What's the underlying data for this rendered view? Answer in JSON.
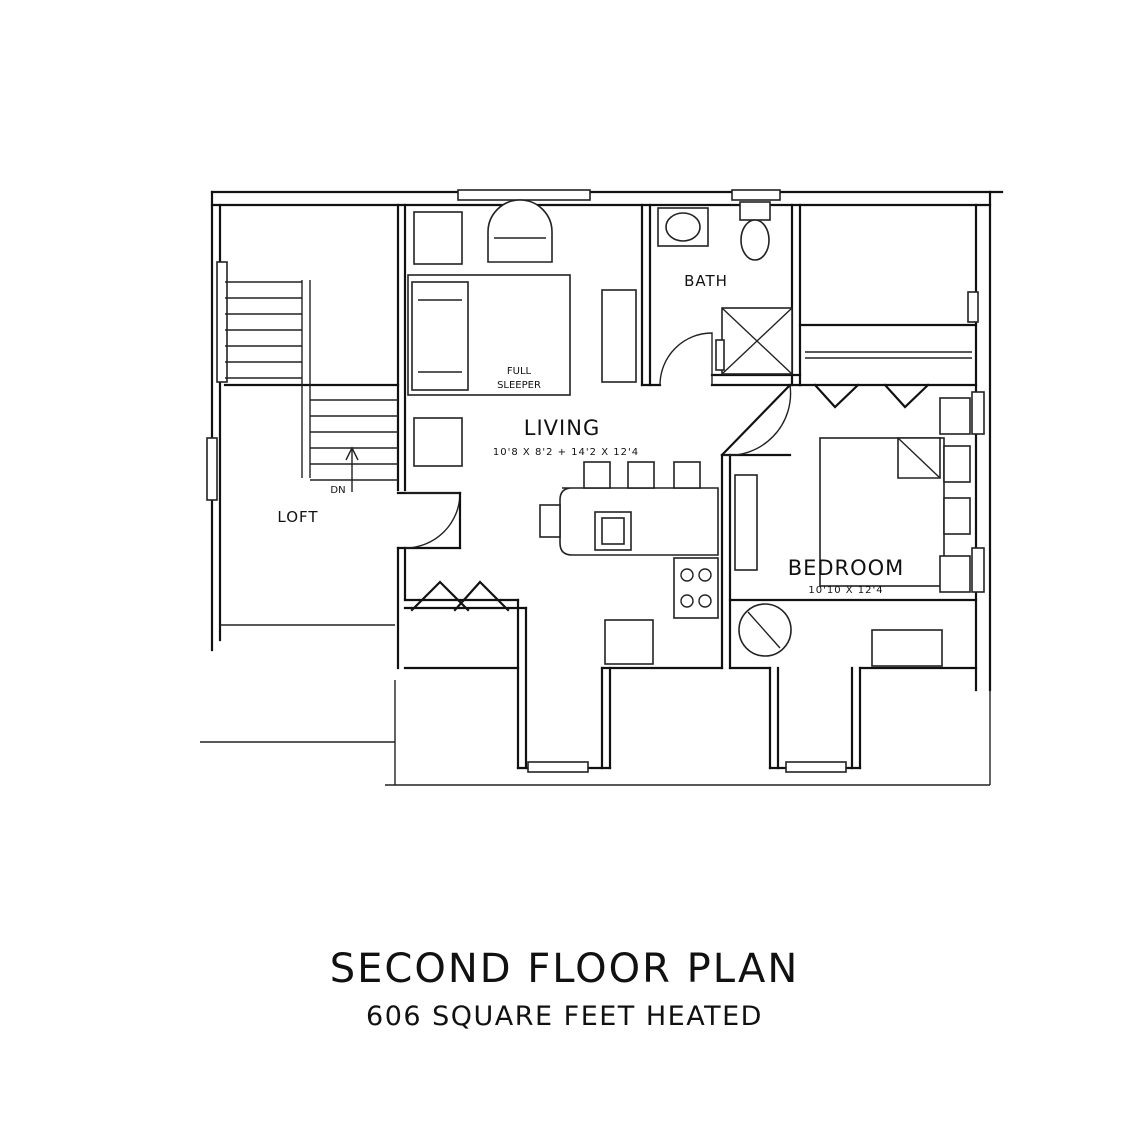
{
  "plan": {
    "rooms": {
      "living": {
        "name": "LIVING",
        "dims": "10'8 X 8'2 + 14'2 X 12'4"
      },
      "bedroom": {
        "name": "BEDROOM",
        "dims": "10'10 X 12'4"
      },
      "bath": {
        "name": "BATH"
      },
      "loft": {
        "name": "LOFT"
      }
    },
    "labels": {
      "sleeper_line1": "FULL",
      "sleeper_line2": "SLEEPER",
      "stair_dn": "DN"
    }
  },
  "caption": {
    "title": "SECOND FLOOR PLAN",
    "subtitle": "606 SQUARE FEET HEATED"
  }
}
